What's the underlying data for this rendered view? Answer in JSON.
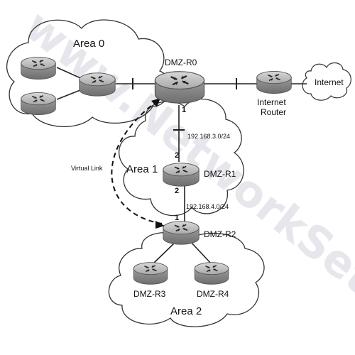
{
  "watermark": "www.NetworkSet.net",
  "areas": {
    "area0": "Area 0",
    "area1": "Area 1",
    "area2": "Area 2"
  },
  "nodes": {
    "dmz_r0": "DMZ-R0",
    "dmz_r1": "DMZ-R1",
    "dmz_r2": "DMZ-R2",
    "dmz_r3": "DMZ-R3",
    "dmz_r4": "DMZ-R4",
    "internet_router_line1": "Internet",
    "internet_router_line2": "Router",
    "internet": "Internet"
  },
  "links": {
    "net_r0_r1": "192.168.3.0/24",
    "net_r1_r2": "192.168.4.0/24",
    "virtual_link": "Virtual Link"
  },
  "interfaces": {
    "r0_down": "1",
    "r1_up": "2",
    "r1_down": "2",
    "r2_up": "1"
  },
  "colors": {
    "router_top": "#b8b8b8",
    "router_side": "#8a8a8a",
    "line": "#222222",
    "cloud_stroke": "#333333"
  },
  "icons": {
    "router": "router-icon",
    "cloud": "cloud-icon"
  }
}
